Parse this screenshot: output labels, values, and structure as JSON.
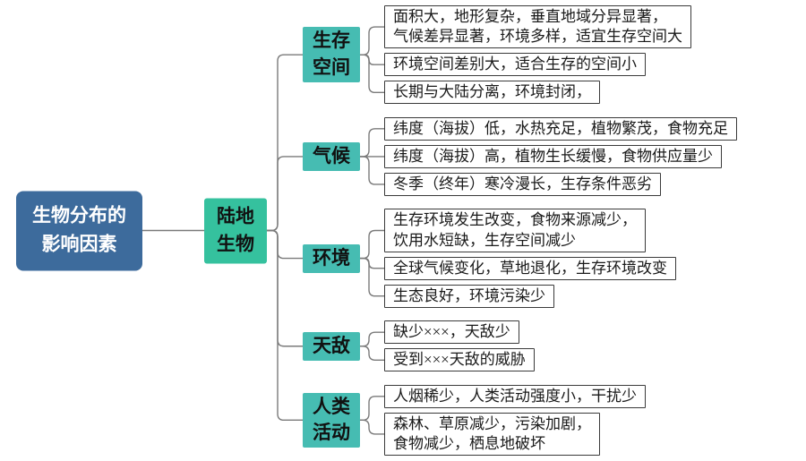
{
  "diagram": {
    "root": {
      "lines": [
        "生物分布的",
        "影响因素"
      ]
    },
    "center": {
      "lines": [
        "陆地",
        "生物"
      ]
    },
    "branches": [
      {
        "label_lines": [
          "生存",
          "空间"
        ],
        "leaves": [
          {
            "lines": [
              "面积大，地形复杂，垂直地域分异显著，",
              "气候差异显著，环境多样，适宜生存空间大"
            ]
          },
          {
            "lines": [
              "环境空间差别大，适合生存的空间小"
            ]
          },
          {
            "lines": [
              "长期与大陆分离，环境封闭，"
            ]
          }
        ]
      },
      {
        "label_lines": [
          "气候"
        ],
        "leaves": [
          {
            "lines": [
              "纬度（海拔）低，水热充足，植物繁茂，食物充足"
            ]
          },
          {
            "lines": [
              "纬度（海拔）高，植物生长缓慢，食物供应量少"
            ]
          },
          {
            "lines": [
              "冬季（终年）寒冷漫长，生存条件恶劣"
            ]
          }
        ]
      },
      {
        "label_lines": [
          "环境"
        ],
        "leaves": [
          {
            "lines": [
              "生存环境发生改变，食物来源减少，",
              "饮用水短缺，生存空间减少"
            ]
          },
          {
            "lines": [
              "全球气候变化，草地退化，生存环境改变"
            ]
          },
          {
            "lines": [
              "生态良好，环境污染少"
            ]
          }
        ]
      },
      {
        "label_lines": [
          "天敌"
        ],
        "leaves": [
          {
            "lines": [
              "缺少×××，天敌少"
            ]
          },
          {
            "lines": [
              "受到×××天敌的威胁"
            ]
          }
        ]
      },
      {
        "label_lines": [
          "人类",
          "活动"
        ],
        "leaves": [
          {
            "lines": [
              "人烟稀少，人类活动强度小，干扰少"
            ]
          },
          {
            "lines": [
              "森林、草原减少，污染加剧，",
              "食物减少，栖息地破坏"
            ]
          }
        ]
      }
    ],
    "colors": {
      "background": "#ffffff",
      "root_bg": "#3d6b9c",
      "root_text": "#ffffff",
      "center_bg": "#35c19e",
      "branch_bg": "#46bcb2",
      "node_text": "#111111",
      "leaf_border": "#3a3a3a",
      "leaf_text": "#1a1a1a",
      "connector": "#7a7a7a"
    }
  }
}
